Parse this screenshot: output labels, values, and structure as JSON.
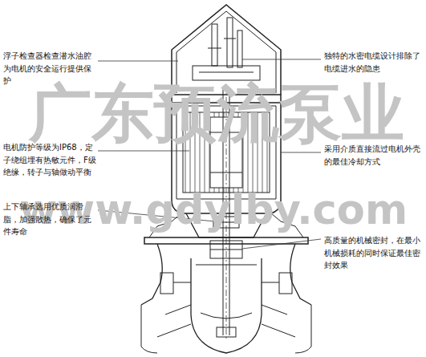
{
  "diagram": {
    "labels": [
      "浮子检查器检查潜水油腔为电机的安全运行提供保护",
      "独特的水密电缆设计排除了电缆进水的隐患",
      "广东预流泵业",
      "电机防护等级为IP68，定子绕组埋有热敏元件，F级绝缘，转子与轴做动平衡",
      "采用介质直接流过电机外壳的最佳冷却方式",
      "www.gdylby.com",
      "上下轴承选用优质润滑脂，加强散热，确保了元件寿命",
      "高质量的机械密封，在最小机械损耗的同时保证最佳密封效果"
    ]
  }
}
